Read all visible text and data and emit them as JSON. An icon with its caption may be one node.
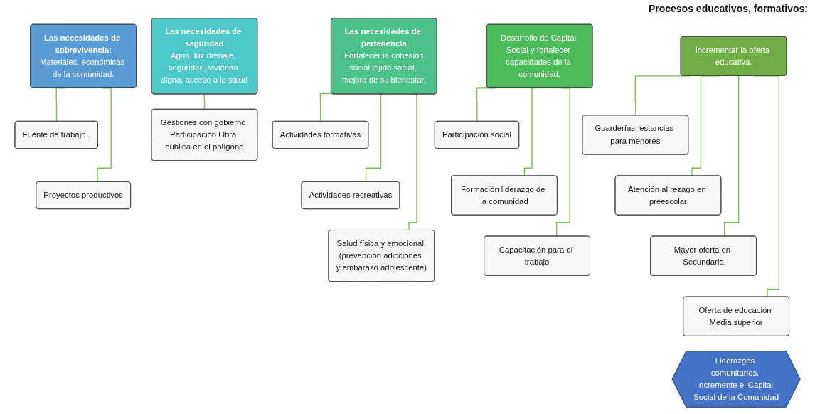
{
  "diagram": {
    "nodes": [
      {
        "text": [
          "Las necesidades de sobrevivencia:",
          "Materiales, económicas de la comunidad."
        ]
      },
      {
        "text": [
          "Fuente de trabajo ."
        ]
      },
      {
        "text": [
          "Proyectos productivos"
        ]
      },
      {
        "text": [
          "Las necesidades de seguridad",
          "Agua, luz drenaje, seguridad, vivienda digna, acceso a la salud"
        ]
      },
      {
        "text": [
          "Gestiones con gobierno.",
          "Participación Obra pública en el polígono"
        ]
      },
      {
        "text": [
          "Las necesidades de pertenencia",
          ".Fortalecer la cohesión social tejido social, mejora de su bienestar."
        ]
      },
      {
        "text": [
          "Actividades formativas"
        ]
      },
      {
        "text": [
          "Actividades recreativas"
        ]
      },
      {
        "text": [
          "Salud física y emocional (prevención adicciones y embarazo adolescente)"
        ]
      },
      {
        "text": [
          "Desarrollo de Capital Social y fortalecer capacidades de la comunidad."
        ]
      },
      {
        "text": [
          "Participación social"
        ]
      },
      {
        "text": [
          "Formación liderazgo de la comunidad"
        ]
      },
      {
        "text": [
          "Capacitación para el trabajo"
        ]
      },
      {
        "text": [
          "Incrementar la oferta educativa."
        ]
      },
      {
        "text": [
          "Guarderías, estancias para menores"
        ]
      },
      {
        "text": [
          "Atención al rezago en preescolar"
        ]
      },
      {
        "text": [
          "Mayor oferta en Secundaria"
        ]
      },
      {
        "text": [
          "Oferta de educación Media superior"
        ]
      },
      {
        "text": [
          "Liderazgos comunitarios. Incremente el Capital Social de la Comunidad"
        ]
      }
    ],
    "edges": [
      {
        "from": 0,
        "to": 1,
        "arrow": "none"
      },
      {
        "from": 0,
        "to": 2,
        "arrow": "none"
      },
      {
        "from": 3,
        "to": 4,
        "arrow": "none"
      },
      {
        "from": 5,
        "to": 6,
        "arrow": "none"
      },
      {
        "from": 5,
        "to": 7,
        "arrow": "none"
      },
      {
        "from": 5,
        "to": 8,
        "arrow": "none"
      },
      {
        "from": 9,
        "to": 10,
        "arrow": "none"
      },
      {
        "from": 9,
        "to": 11,
        "arrow": "none"
      },
      {
        "from": 9,
        "to": 12,
        "arrow": "none"
      },
      {
        "from": 13,
        "to": 14,
        "arrow": "none"
      },
      {
        "from": 13,
        "to": 15,
        "arrow": "none"
      },
      {
        "from": 13,
        "to": 16,
        "arrow": "none"
      },
      {
        "from": 13,
        "to": 17,
        "arrow": "none"
      }
    ],
    "labels": [
      "Procesos educativos, formativos:"
    ]
  }
}
